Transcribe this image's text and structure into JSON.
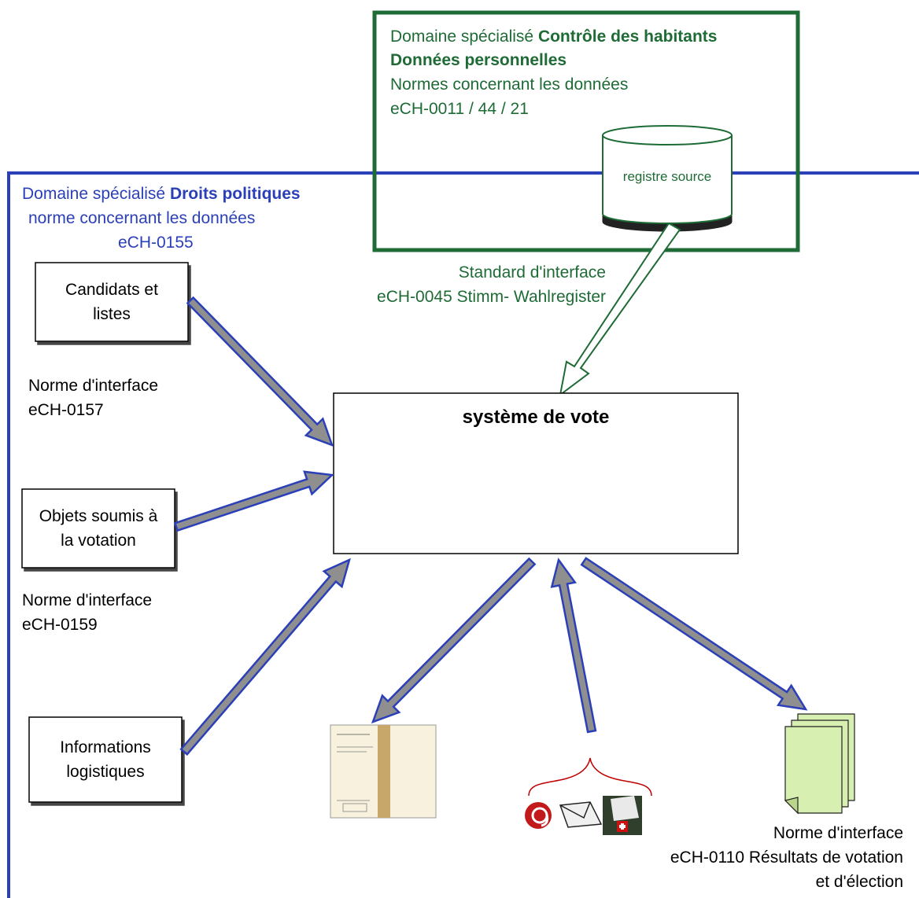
{
  "inhabitants_domain": {
    "prefix": "Domaine spécialisé ",
    "name": "Contrôle des habitants",
    "subtitle": "Données personnelles",
    "norm_label": "Normes concernant les données",
    "norm_refs": "eCH-0011 / 44 / 21",
    "register_label": "registre source"
  },
  "political_domain": {
    "prefix": "Domaine spécialisé ",
    "name": "Droits politiques",
    "norm_label": "norme concernant les données",
    "norm_ref": "eCH-0155"
  },
  "register_interface": {
    "line1": "Standard d'interface",
    "line2": "eCH-0045 Stimm- Wahlregister"
  },
  "voting_system": {
    "label": "système de vote"
  },
  "sources": {
    "candidates": {
      "line1": "Candidats et",
      "line2": "listes"
    },
    "candidates_norm": {
      "line1": "Norme d'interface",
      "line2": "eCH-0157"
    },
    "objects": {
      "line1": "Objets soumis à",
      "line2": "la votation"
    },
    "objects_norm": {
      "line1": "Norme d'interface",
      "line2": "eCH-0159"
    },
    "logistics": {
      "line1": "Informations",
      "line2": "logistiques"
    }
  },
  "results": {
    "line1": "Norme d'interface",
    "line2": "eCH-0110 Résultats de votation",
    "line3": "et d'élection"
  },
  "channels": [
    "at-sign-icon",
    "envelope-icon",
    "ballot-box-icon"
  ],
  "colors": {
    "inhabitants_green": "#1e6b36",
    "political_blue": "#2b40b8",
    "arrow_gray": "#8f8f8f",
    "document_green": "#d7efb0"
  }
}
